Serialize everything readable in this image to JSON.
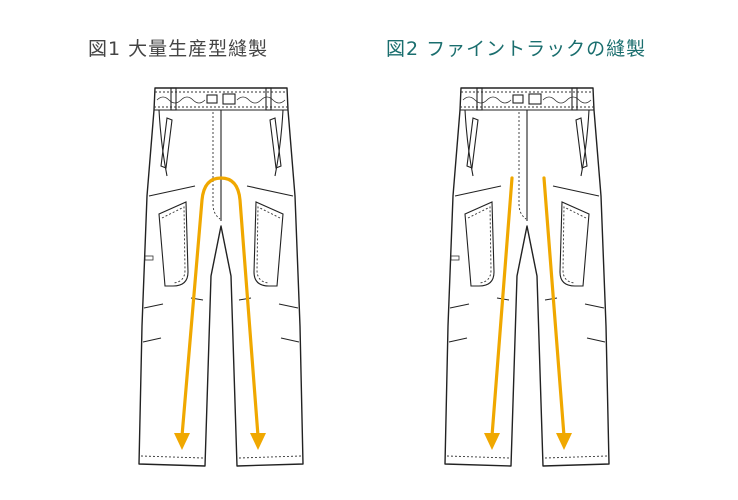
{
  "figures": [
    {
      "title": "図1 大量生産型縫製",
      "title_color": "#444444",
      "seam_style": "continuous-u"
    },
    {
      "title": "図2 ファイントラックの縫製",
      "title_color": "#1a6e6e",
      "seam_style": "separate"
    }
  ],
  "colors": {
    "seam": "#f0a800",
    "outline": "#222222",
    "background": "#ffffff"
  }
}
